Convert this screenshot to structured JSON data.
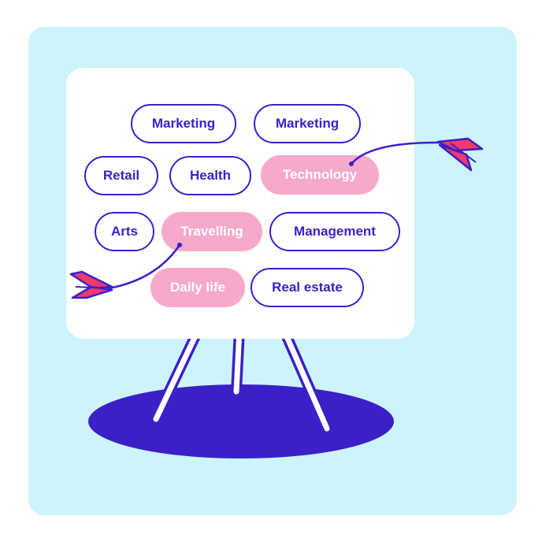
{
  "tags": [
    {
      "label": "Marketing",
      "selected": false
    },
    {
      "label": "Marketing",
      "selected": false
    },
    {
      "label": "Retail",
      "selected": false
    },
    {
      "label": "Health",
      "selected": false
    },
    {
      "label": "Technology",
      "selected": true
    },
    {
      "label": "Arts",
      "selected": false
    },
    {
      "label": "Travelling",
      "selected": true
    },
    {
      "label": "Management",
      "selected": false
    },
    {
      "label": "Daily life",
      "selected": true
    },
    {
      "label": "Real estate",
      "selected": false
    }
  ],
  "colors": {
    "panel_bg": "#cdf3fb",
    "board_bg": "#ffffff",
    "accent": "#3b20c8",
    "selected_fill": "#f7a9cc",
    "arrow_fletching": "#ef3b6b"
  },
  "icons": {
    "arrow_right": "arrow-icon",
    "arrow_left": "arrow-icon"
  }
}
